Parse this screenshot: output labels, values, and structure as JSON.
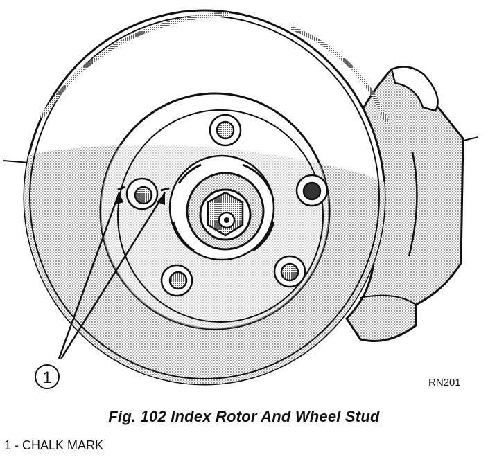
{
  "figure": {
    "caption": "Fig. 102 Index Rotor And Wheel Stud",
    "reference_code": "RN201",
    "callouts": [
      {
        "number": "1",
        "label": "CHALK MARK"
      }
    ],
    "legend": [
      {
        "text": "1 - CHALK MARK"
      }
    ]
  }
}
